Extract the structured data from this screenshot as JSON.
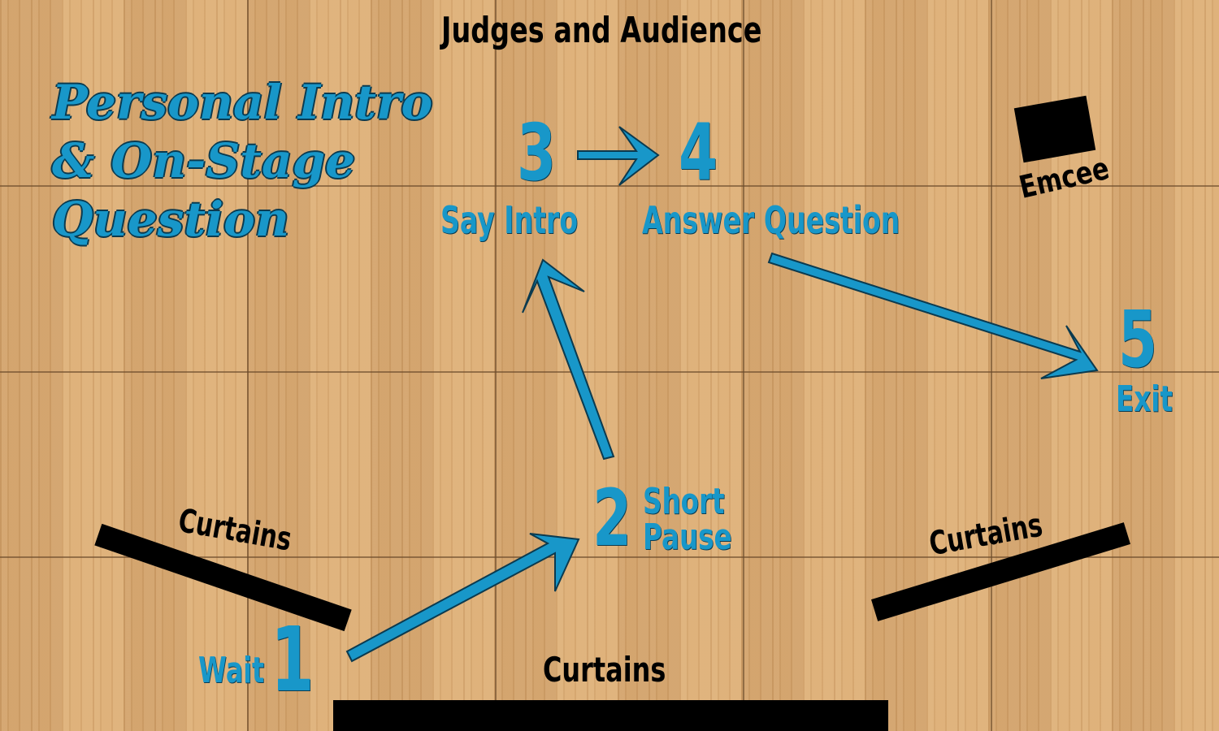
{
  "title": {
    "line1": "Personal Intro",
    "line2": "& On-Stage",
    "line3": "Question"
  },
  "labels": {
    "judges": "Judges and Audience",
    "emcee": "Emcee",
    "curtains_left": "Curtains",
    "curtains_right": "Curtains",
    "curtains_bottom": "Curtains"
  },
  "steps": [
    {
      "number": "1",
      "label": "Wait"
    },
    {
      "number": "2",
      "label_line1": "Short",
      "label_line2": "Pause"
    },
    {
      "number": "3",
      "label": "Say Intro"
    },
    {
      "number": "4",
      "label": "Answer Question"
    },
    {
      "number": "5",
      "label": "Exit"
    }
  ],
  "colors": {
    "accent": "#1897c9",
    "outline": "#0b3a4f",
    "floor": "#d9aa72",
    "ink": "#000000"
  }
}
